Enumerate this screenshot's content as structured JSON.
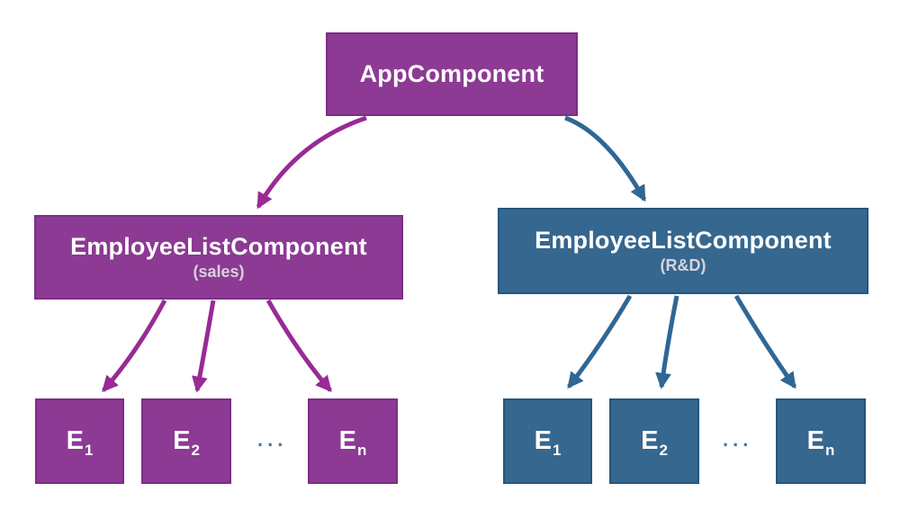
{
  "diagram": {
    "root": {
      "title": "AppComponent"
    },
    "branches": [
      {
        "title": "EmployeeListComponent",
        "subtitle": "(sales)",
        "ellipsis": "...",
        "leaves": [
          {
            "base": "E",
            "sub": "1"
          },
          {
            "base": "E",
            "sub": "2"
          },
          {
            "base": "E",
            "sub": "n"
          }
        ]
      },
      {
        "title": "EmployeeListComponent",
        "subtitle": "(R&D)",
        "ellipsis": "...",
        "leaves": [
          {
            "base": "E",
            "sub": "1"
          },
          {
            "base": "E",
            "sub": "2"
          },
          {
            "base": "E",
            "sub": "n"
          }
        ]
      }
    ]
  },
  "colors": {
    "purple": "#8C3A94",
    "purple-dark": "#7A2F83",
    "purple-arrow": "#982B94",
    "blue": "#36678F",
    "blue-dark": "#24567F",
    "blue-arrow": "#2F6795",
    "subtitle": "#D8D2DC",
    "ellipsis": "#4577A8",
    "background": "#FFFFFF",
    "title-text": "#FFFFFF"
  }
}
